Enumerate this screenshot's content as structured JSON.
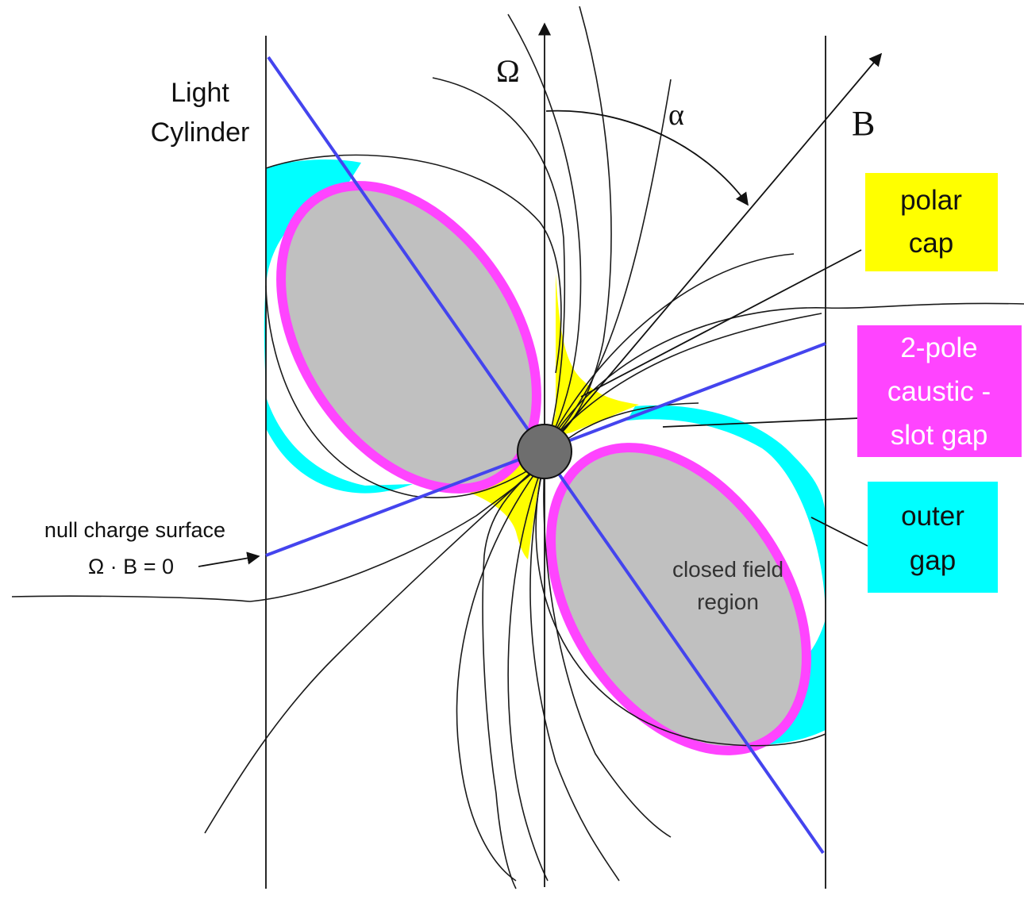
{
  "diagram": {
    "labels": {
      "omega": "Ω",
      "alpha": "α",
      "b": "B",
      "light_cylinder_line1": "Light",
      "light_cylinder_line2": "Cylinder",
      "polar_cap_line1": "polar",
      "polar_cap_line2": "cap",
      "caustic_line1": "2-pole",
      "caustic_line2": "caustic -",
      "caustic_line3": "slot gap",
      "outer_gap_line1": "outer",
      "outer_gap_line2": "gap",
      "null_charge_line1": "null charge surface",
      "null_charge_line2": "Ω · B = 0",
      "closed_field_line1": "closed field",
      "closed_field_line2": "region"
    },
    "colors": {
      "outer_gap": "#00ffff",
      "polar_cap": "#ffff00",
      "caustic": "#ff44ff",
      "closed_field": "#c0c0c0",
      "star": "#6e6e6e",
      "magnetic_axis": "#4444ee",
      "null_surface": "#4444ee",
      "label_polar_bg": "#ffff00",
      "label_caustic_bg": "#ff44ff",
      "label_outer_bg": "#00ffff"
    }
  }
}
